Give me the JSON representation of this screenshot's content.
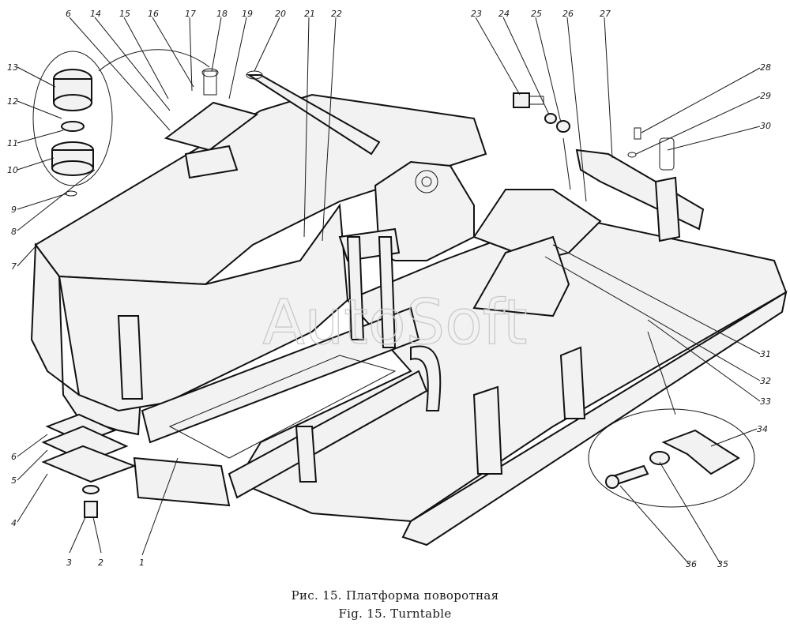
{
  "figure": {
    "caption_ru": "Рис. 15. Платформа поворотная",
    "caption_en": "Fig. 15. Turntable",
    "watermark": "AutoSoft"
  },
  "callouts": [
    "1",
    "2",
    "3",
    "4",
    "5",
    "6",
    "6",
    "7",
    "8",
    "9",
    "10",
    "11",
    "12",
    "13",
    "14",
    "15",
    "16",
    "17",
    "18",
    "19",
    "20",
    "21",
    "22",
    "23",
    "24",
    "25",
    "26",
    "27",
    "28",
    "29",
    "30",
    "31",
    "32",
    "33",
    "34",
    "35",
    "36"
  ]
}
